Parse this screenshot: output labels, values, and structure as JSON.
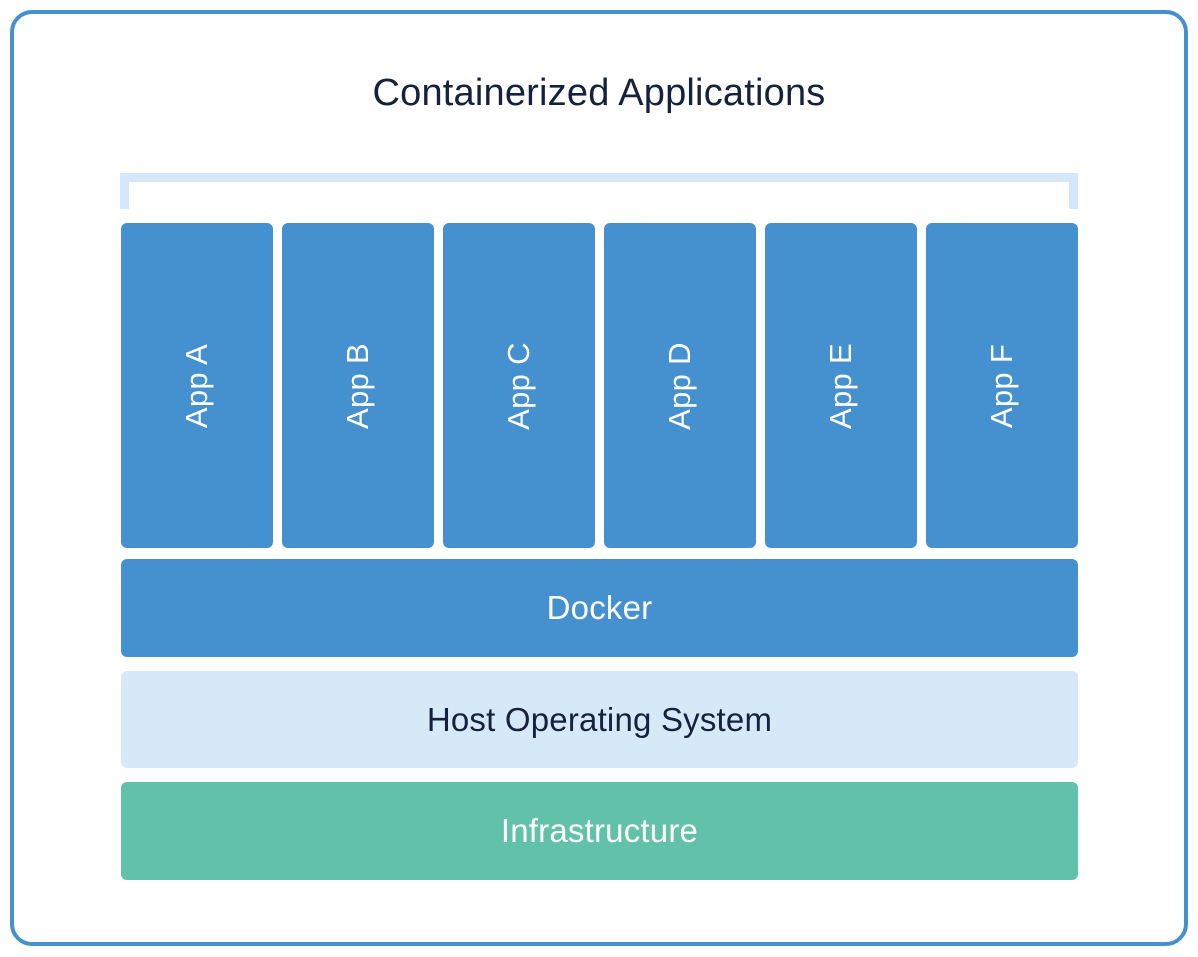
{
  "diagram": {
    "title": "Containerized Applications",
    "type": "layered-stack-diagram",
    "colors": {
      "frame_border": "#4690ce",
      "app_box": "#4590ce",
      "bracket": "#d4e8f9",
      "docker_bar": "#4590ce",
      "host_os_bar": "#d6e9f8",
      "infrastructure_bar": "#62c1a9",
      "dark_text": "#16213e",
      "light_text": "#ffffff",
      "background": "#ffffff"
    },
    "bracket": {
      "name": "containerized-apps-bracket",
      "label": ""
    },
    "apps": [
      {
        "label": "App A"
      },
      {
        "label": "App B"
      },
      {
        "label": "App C"
      },
      {
        "label": "App D"
      },
      {
        "label": "App E"
      },
      {
        "label": "App F"
      }
    ],
    "layers": [
      {
        "id": "docker",
        "label": "Docker"
      },
      {
        "id": "host-os",
        "label": "Host Operating System"
      },
      {
        "id": "infrastructure",
        "label": "Infrastructure"
      }
    ]
  }
}
